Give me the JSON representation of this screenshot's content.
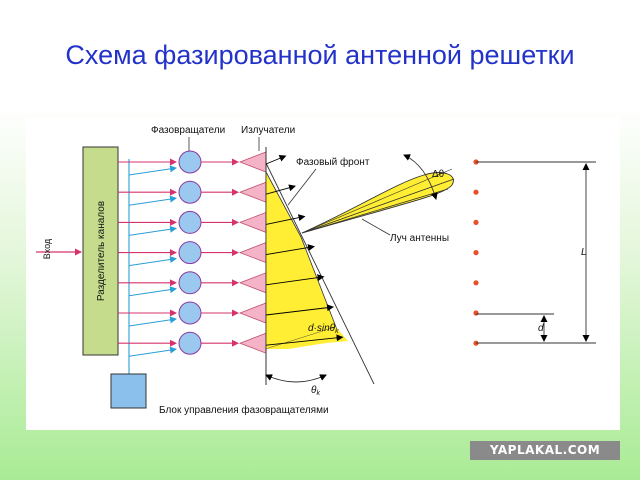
{
  "slide": {
    "title": "Схема фазированной антенной решетки"
  },
  "diagram": {
    "labels": {
      "phase_shifters": "Фазовращатели",
      "emitters": "Излучатели",
      "phase_front": "Фазовый фронт",
      "delta_theta": "Δθ",
      "antenna_beam": "Луч антенны",
      "input": "Вход",
      "channel_splitter": "Разделитель каналов",
      "d_sin_theta": "d·sinθ",
      "d_sin_theta_sub": "k",
      "theta_k": "θ",
      "theta_k_sub": "k",
      "control_unit": "Блок управления фазовращателями",
      "length_L": "L",
      "spacing_d": "d"
    },
    "element_count": 7,
    "colors": {
      "splitter_fill": "#c4dc8c",
      "phase_shifter_fill": "#9ac8ee",
      "emitter_fill": "#f4b3c6",
      "front_fill": "#ffee33",
      "control_fill": "#8cc0ec",
      "feed_line": "#d6336c",
      "control_line": "#2a9fd6",
      "dot": "#e8502a"
    }
  },
  "watermark": {
    "text": "YAPLAKAL.COM"
  }
}
